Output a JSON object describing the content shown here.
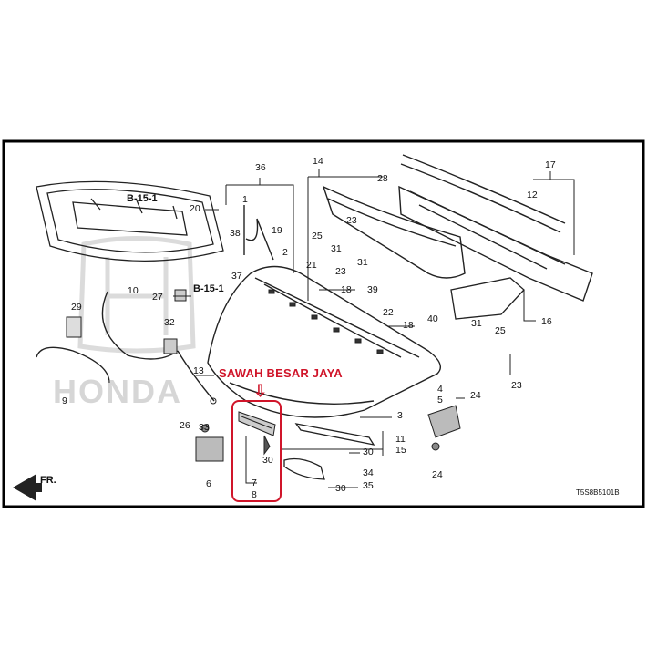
{
  "shop_label": "SAWAH BESAR JAYA",
  "front_label": "FR.",
  "diagram_code": "T5S8B5101B",
  "watermark": "HONDA",
  "ref_labels": [
    "B-15-1",
    "B-15-1"
  ],
  "highlight_parts": [
    "7",
    "8"
  ],
  "part_numbers": [
    "1",
    "2",
    "3",
    "4",
    "5",
    "6",
    "7",
    "8",
    "9",
    "10",
    "11",
    "12",
    "13",
    "14",
    "15",
    "16",
    "17",
    "18",
    "18",
    "19",
    "20",
    "21",
    "22",
    "23",
    "23",
    "23",
    "24",
    "24",
    "25",
    "25",
    "26",
    "27",
    "28",
    "29",
    "30",
    "30",
    "30",
    "31",
    "31",
    "31",
    "32",
    "33",
    "34",
    "35",
    "36",
    "37",
    "38",
    "39",
    "40"
  ],
  "colors": {
    "highlight": "#d0152a",
    "frame": "#000000",
    "line": "#222222"
  }
}
